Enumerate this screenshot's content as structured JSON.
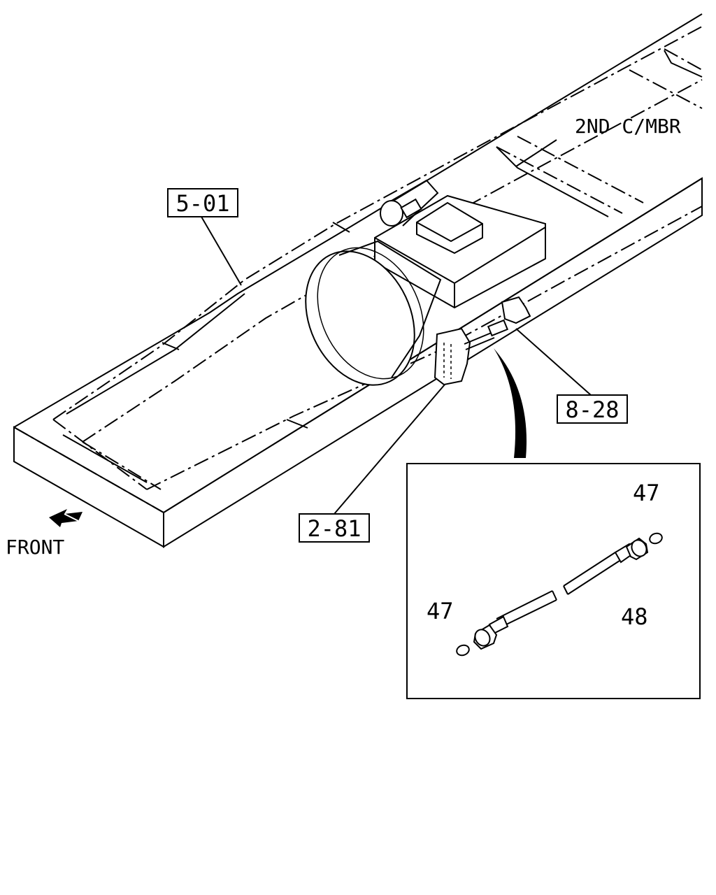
{
  "labels": {
    "cross_member": "2ND C/MBR",
    "ref_frame": "5-01",
    "ref_cable_mount": "8-28",
    "ref_bracket": "2-81",
    "direction": "FRONT",
    "part_oring_top": "47",
    "part_oring_bottom": "47",
    "part_hose": "48"
  },
  "icons": [
    "front-arrow-icon"
  ],
  "colors": {
    "ink": "#000000",
    "paper": "#ffffff"
  }
}
